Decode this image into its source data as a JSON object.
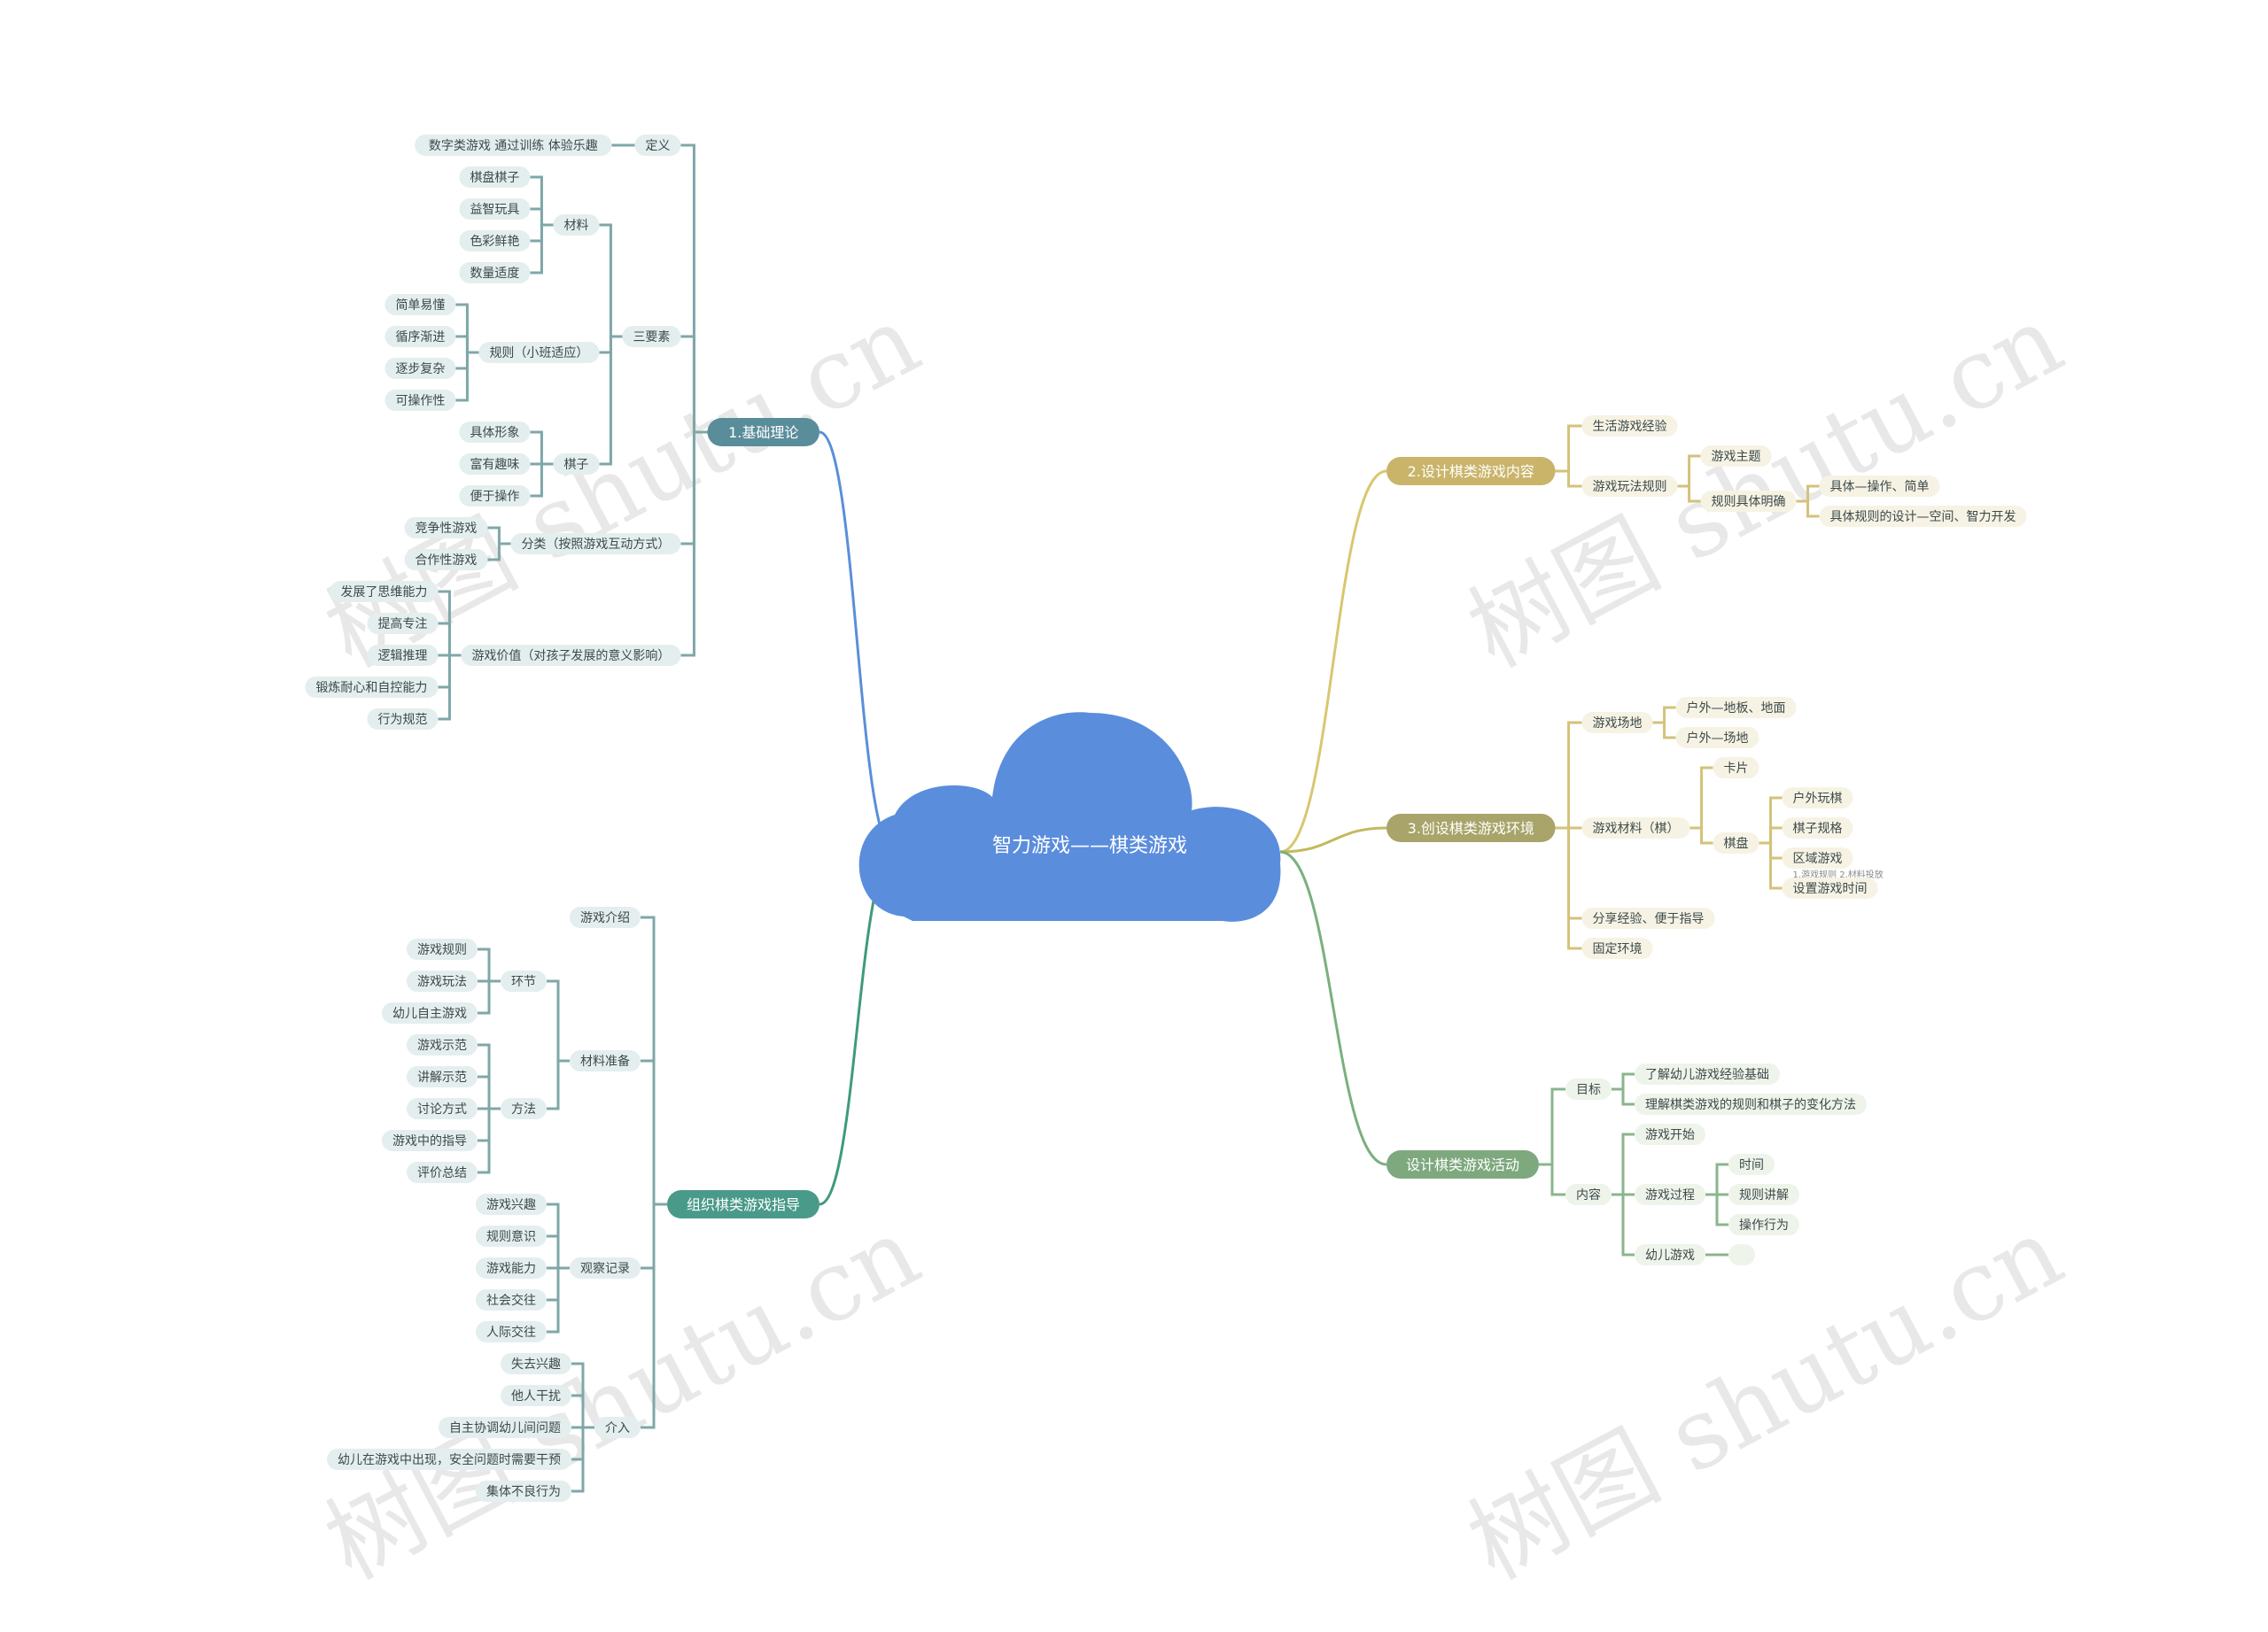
{
  "watermark": "树图 shutu.cn",
  "center": {
    "label": "智力游戏——棋类游戏",
    "color": "#5b8ddd"
  },
  "branches": [
    {
      "label": "1.基础理论",
      "color": "#5a8d9a",
      "line": "#5a8fd8",
      "side": "left",
      "children": [
        {
          "label": "定义",
          "children": [
            {
              "label": "数字类游戏 通过训练 体验乐趣"
            }
          ]
        },
        {
          "label": "三要素",
          "children": [
            {
              "label": "材料",
              "children": [
                {
                  "label": "棋盘棋子"
                },
                {
                  "label": "益智玩具"
                },
                {
                  "label": "色彩鲜艳"
                },
                {
                  "label": "数量适度"
                }
              ]
            },
            {
              "label": "规则（小班适应）",
              "children": [
                {
                  "label": "简单易懂"
                },
                {
                  "label": "循序渐进"
                },
                {
                  "label": "逐步复杂"
                },
                {
                  "label": "可操作性"
                }
              ]
            },
            {
              "label": "棋子",
              "children": [
                {
                  "label": "具体形象"
                },
                {
                  "label": "富有趣味"
                },
                {
                  "label": "便于操作"
                }
              ]
            }
          ]
        },
        {
          "label": "分类（按照游戏互动方式）",
          "children": [
            {
              "label": "竞争性游戏"
            },
            {
              "label": "合作性游戏"
            }
          ]
        },
        {
          "label": "游戏价值（对孩子发展的意义影响）",
          "children": [
            {
              "label": "发展了思维能力"
            },
            {
              "label": "提高专注"
            },
            {
              "label": "逻辑推理"
            },
            {
              "label": "锻炼耐心和自控能力"
            },
            {
              "label": "行为规范"
            }
          ]
        }
      ]
    },
    {
      "label": "组织棋类游戏指导",
      "color": "#4a9a8a",
      "line": "#3f9a7d",
      "side": "left",
      "children": [
        {
          "label": "游戏介绍"
        },
        {
          "label": "材料准备",
          "children": [
            {
              "label": "环节",
              "children": [
                {
                  "label": "游戏规则"
                },
                {
                  "label": "游戏玩法"
                },
                {
                  "label": "幼儿自主游戏"
                }
              ]
            },
            {
              "label": "方法",
              "children": [
                {
                  "label": "游戏示范"
                },
                {
                  "label": "讲解示范"
                },
                {
                  "label": "讨论方式"
                },
                {
                  "label": "游戏中的指导"
                },
                {
                  "label": "评价总结"
                }
              ]
            }
          ]
        },
        {
          "label": "观察记录",
          "children": [
            {
              "label": "游戏兴趣"
            },
            {
              "label": "规则意识"
            },
            {
              "label": "游戏能力"
            },
            {
              "label": "社会交往"
            },
            {
              "label": "人际交往"
            }
          ]
        },
        {
          "label": "介入",
          "children": [
            {
              "label": "失去兴趣"
            },
            {
              "label": "他人干扰"
            },
            {
              "label": "自主协调幼儿间问题"
            },
            {
              "label": "幼儿在游戏中出现，安全问题时需要干预"
            },
            {
              "label": "集体不良行为"
            }
          ]
        }
      ]
    },
    {
      "label": "2.设计棋类游戏内容",
      "color": "#c9b46a",
      "line": "#d8c770",
      "side": "right",
      "children": [
        {
          "label": "生活游戏经验"
        },
        {
          "label": "游戏玩法规则",
          "children": [
            {
              "label": "游戏主题"
            },
            {
              "label": "规则具体明确",
              "children": [
                {
                  "label": "具体—操作、简单"
                },
                {
                  "label": "具体规则的设计—空间、智力开发"
                }
              ]
            }
          ]
        }
      ]
    },
    {
      "label": "3.创设棋类游戏环境",
      "color": "#a8a46a",
      "line": "#c2b95e",
      "side": "right",
      "children": [
        {
          "label": "游戏场地",
          "children": [
            {
              "label": "户外—地板、地面"
            },
            {
              "label": "户外—场地"
            }
          ]
        },
        {
          "label": "游戏材料（棋）",
          "children": [
            {
              "label": "卡片"
            },
            {
              "label": "棋盘",
              "children": [
                {
                  "label": "户外玩棋"
                },
                {
                  "label": "棋子规格"
                },
                {
                  "label": "区域游戏",
                  "note": "1.游戏规则 2.材料投放"
                },
                {
                  "label": "设置游戏时间"
                }
              ]
            }
          ]
        },
        {
          "label": "分享经验、便于指导"
        },
        {
          "label": "固定环境"
        }
      ]
    },
    {
      "label": "设计棋类游戏活动",
      "color": "#7ea87e",
      "line": "#79b07f",
      "side": "right",
      "children": [
        {
          "label": "目标",
          "children": [
            {
              "label": "了解幼儿游戏经验基础"
            },
            {
              "label": "理解棋类游戏的规则和棋子的变化方法"
            }
          ]
        },
        {
          "label": "内容",
          "children": [
            {
              "label": "游戏开始"
            },
            {
              "label": "游戏过程",
              "children": [
                {
                  "label": "时间"
                },
                {
                  "label": "规则讲解"
                },
                {
                  "label": "操作行为"
                }
              ]
            },
            {
              "label": "幼儿游戏",
              "children": [
                {
                  "label": ""
                }
              ]
            }
          ]
        }
      ]
    }
  ]
}
